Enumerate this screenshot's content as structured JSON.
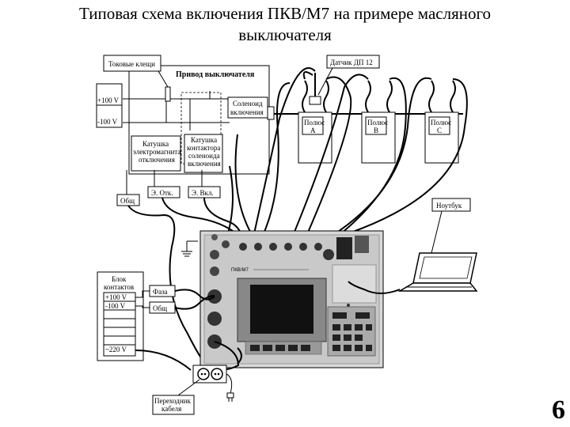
{
  "title_line1": "Типовая схема включения ПКВ/М7 на примере масляного",
  "title_line2": "выключателя",
  "slide_number": "6",
  "labels": {
    "current_clamps": "Токовые клещи",
    "drive": "Привод выключателя",
    "sensor": "Датчик ДП 12",
    "plus100": "+100 V",
    "minus100": "-100 V",
    "solenoid_l1": "Соленоид",
    "solenoid_l2": "включения",
    "pole_a_l1": "Полюс",
    "pole_a_l2": "А",
    "pole_b_l1": "Полюс",
    "pole_b_l2": "B",
    "pole_c_l1": "Полюс",
    "pole_c_l2": "C",
    "coil_off_l1": "Катушка",
    "coil_off_l2": "электромагнита",
    "coil_off_l3": "отключения",
    "coil_on_l1": "Катушка",
    "coil_on_l2": "контактора",
    "coil_on_l3": "соленоида",
    "coil_on_l4": "включения",
    "e_off": "Э. Отк.",
    "e_on": "Э. Вкл.",
    "common": "Общ",
    "laptop": "Ноутбук",
    "contacts_l1": "Блок",
    "contacts_l2": "контактов",
    "c_plus100": "+100 V",
    "c_minus100": "-100 V",
    "c_220": "~220 V",
    "phase": "Фаза",
    "common2": "Общ",
    "adapter_l1": "Переходник",
    "adapter_l2": "кабеля",
    "device_name": "ПКВ/М7"
  }
}
